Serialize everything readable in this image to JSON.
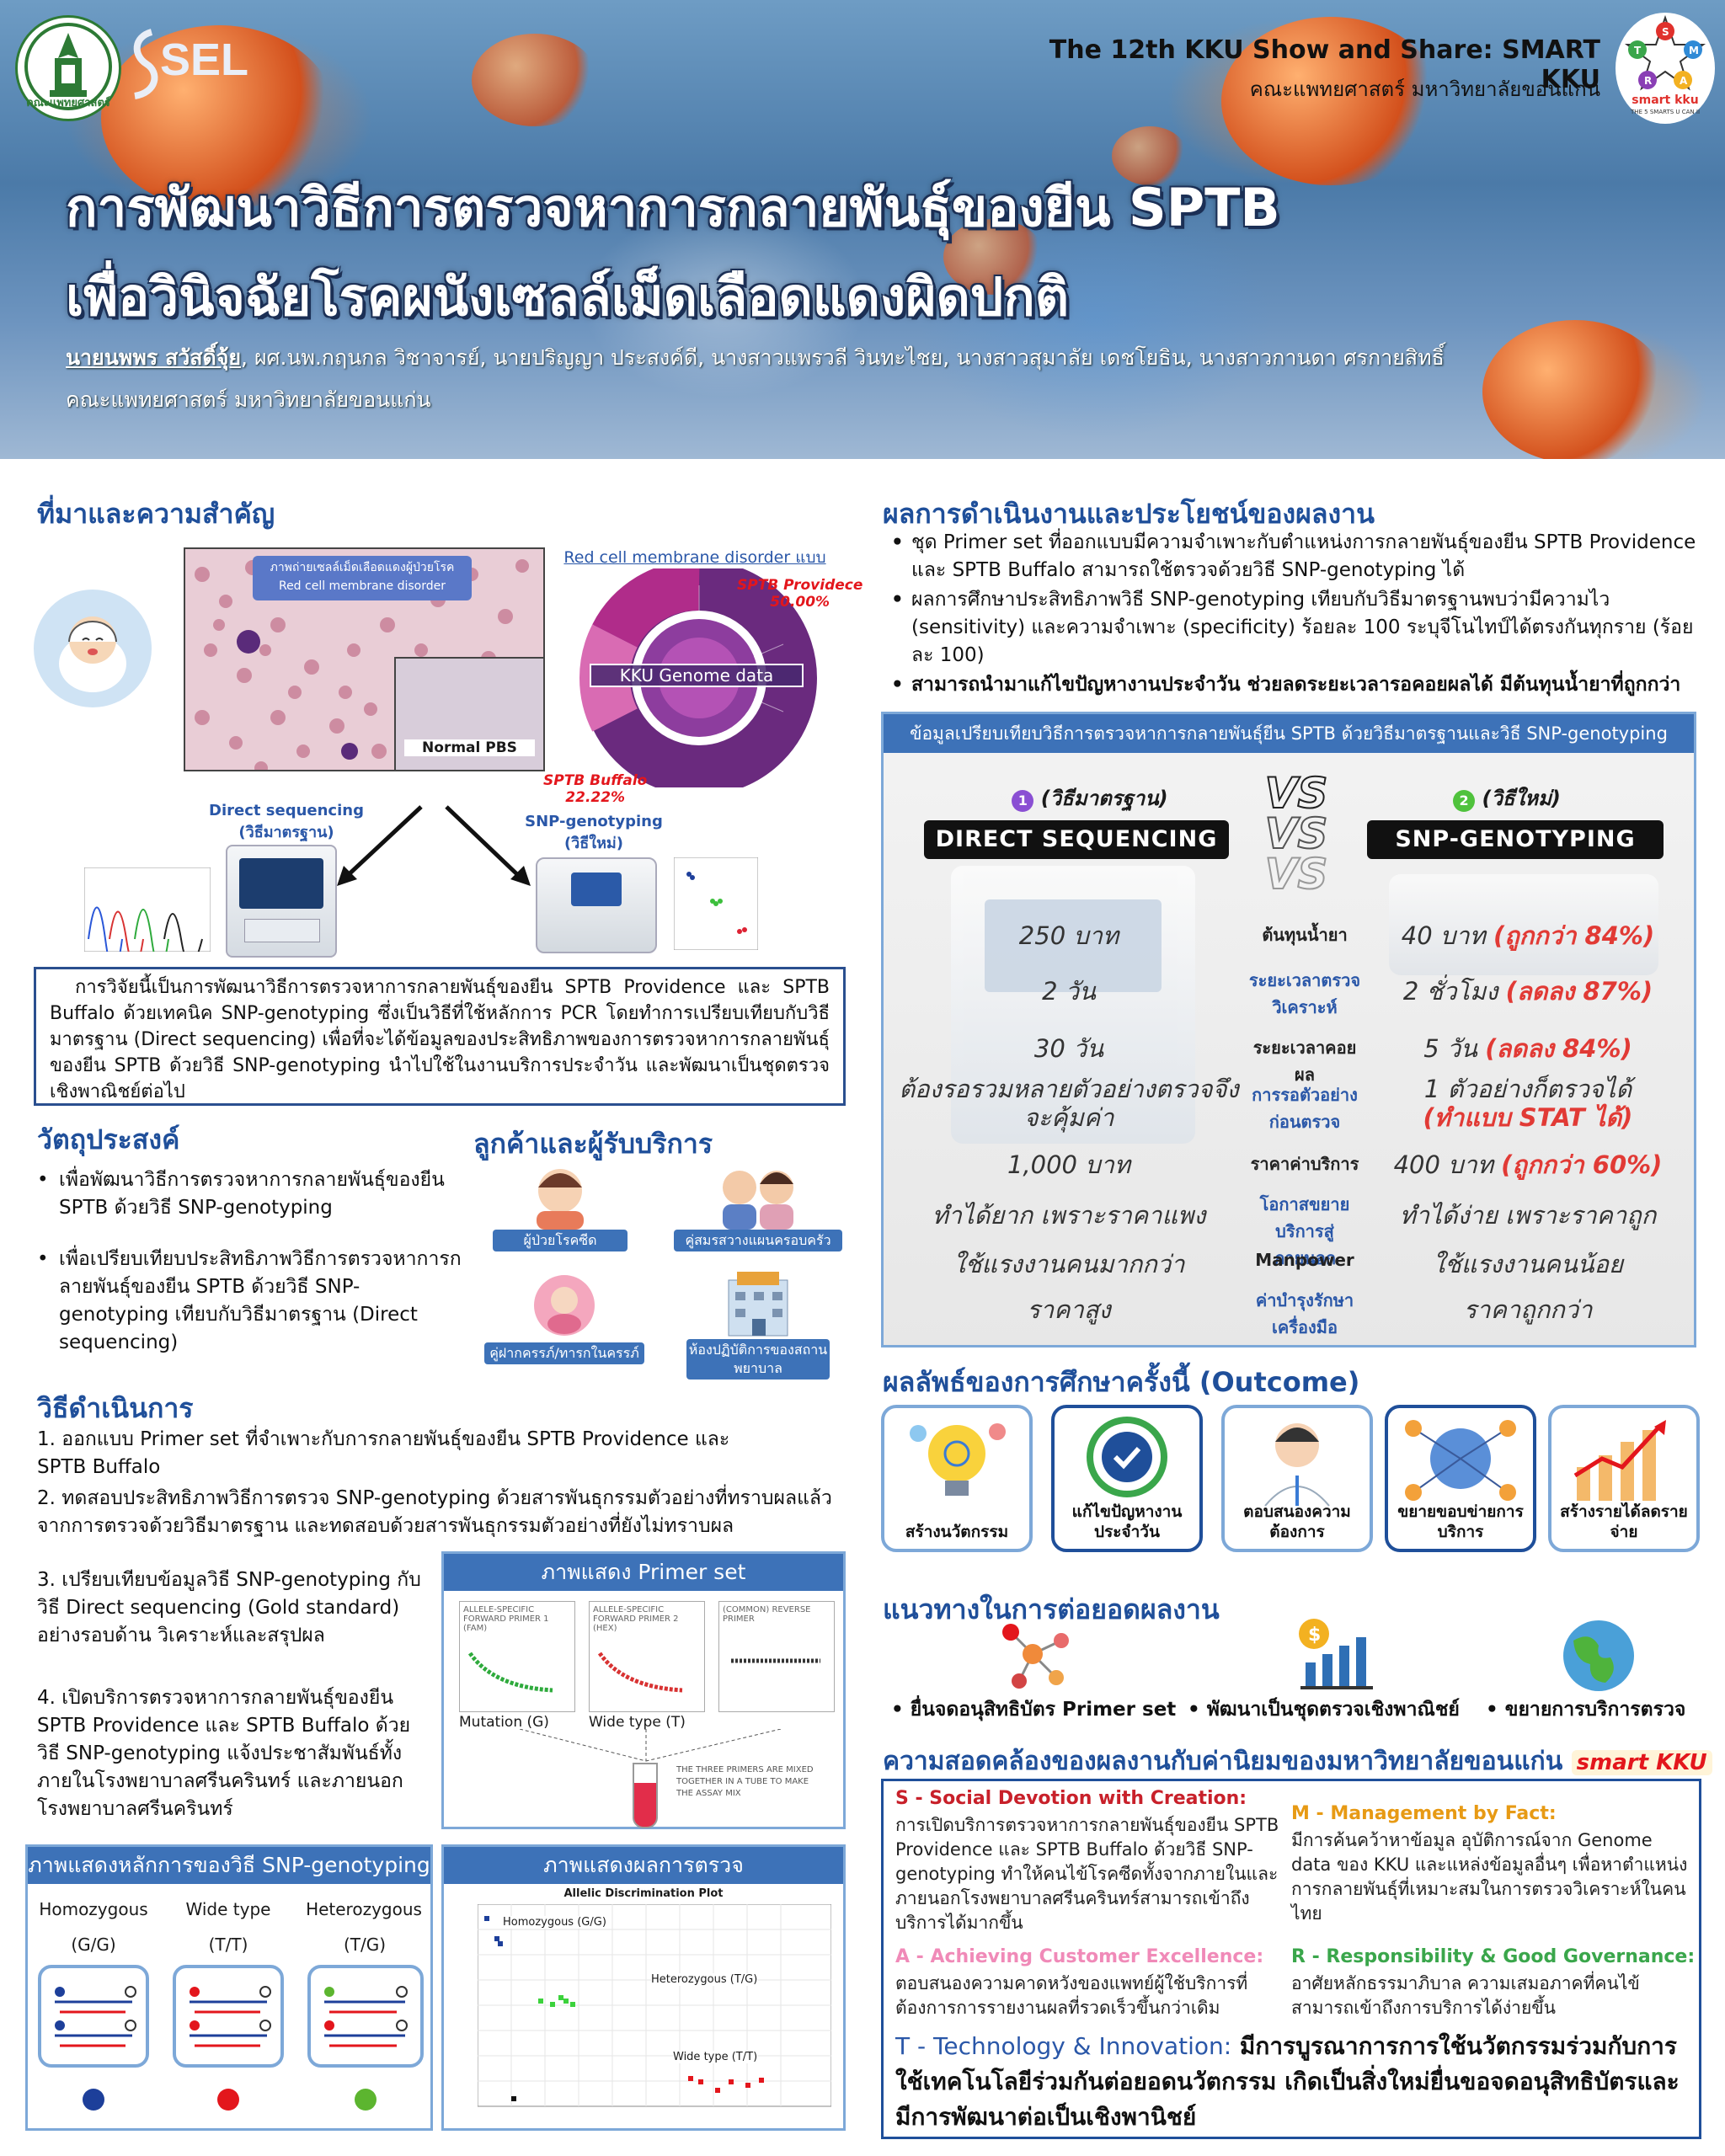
{
  "header": {
    "logo_left_text": "คณะแพทยศาสตร์",
    "logo_sel": "SEL",
    "conference": "The 12th KKU Show and Share: SMART KKU",
    "faculty": "คณะแพทยศาสตร์ มหาวิทยาลัยขอนแก่น",
    "smart_logo_text": "smart kku",
    "smart_logo_sub": "THE 5 SMARTS U CAN II",
    "smart_letters": [
      "S",
      "M",
      "A",
      "R",
      "T"
    ],
    "title_line1": "การพัฒนาวิธีการตรวจหาการกลายพันธุ์ของยีน SPTB",
    "title_line2": "เพื่อวินิจฉัยโรคผนังเซลล์เม็ดเลือดแดงผิดปกติ",
    "lead_author": "นายนพพร สวัสดิ์จุ้ย",
    "other_authors": ", ผศ.นพ.กฤนกล วิชาจารย์, นายปริญญา ประสงค์ดี, นางสาวแพรวลี วินทะไชย, นางสาวสุมาลัย เดชโยธิน, นางสาวกานดา ศรกายสิทธิ์",
    "affiliation": "คณะแพทยศาสตร์ มหาวิทยาลัยขอนแก่น"
  },
  "background": {
    "heading": "ที่มาและความสำคัญ",
    "blood_label1": "ภาพถ่ายเซลล์เม็ดเลือดแดงผู้ป่วยโรค",
    "blood_label2": "Red cell membrane disorder",
    "normal_pbs": "Normal PBS",
    "donut_title": "Red cell membrane disorder แบบพันธุกรรม",
    "donut_center": "KKU Genome data",
    "providence_label": "SPTB Providece",
    "providence_pct": "50.00%",
    "buffalo_label": "SPTB Buffalo",
    "buffalo_pct": "22.22%",
    "direct_seq": "Direct sequencing",
    "direct_seq_sub": "(วิธีมาตรฐาน)",
    "snp_geno": "SNP-genotyping",
    "snp_geno_sub": "(วิธีใหม่)",
    "summary": "การวิจัยนี้เป็นการพัฒนาวิธีการตรวจหาการกลายพันธุ์ของยีน SPTB Providence และ SPTB Buffalo ด้วยเทคนิค SNP-genotyping ซึ่งเป็นวิธีที่ใช้หลักการ PCR โดยทำการเปรียบเทียบกับวิธีมาตรฐาน (Direct sequencing) เพื่อที่จะได้ข้อมูลของประสิทธิภาพของการตรวจหาการกลายพันธุ์ของยีน SPTB ด้วยวิธี SNP-genotyping นำไปใช้ในงานบริการประจำวัน และพัฒนาเป็นชุดตรวจเชิงพาณิชย์ต่อไป"
  },
  "objectives": {
    "heading": "วัตถุประสงค์",
    "items": [
      "เพื่อพัฒนาวิธีการตรวจหาการกลายพันธุ์ของยีน SPTB ด้วยวิธี SNP-genotyping",
      "เพื่อเปรียบเทียบประสิทธิภาพวิธีการตรวจหาการกลายพันธุ์ของยีน SPTB ด้วยวิธี SNP-genotyping เทียบกับวิธีมาตรฐาน (Direct sequencing)"
    ]
  },
  "customers": {
    "heading": "ลูกค้าและผู้รับบริการ",
    "items": [
      "ผู้ป่วยโรคซีด",
      "คู่สมรสวางแผนครอบครัว",
      "คู่ฝากครรภ์/ทารกในครรภ์",
      "ห้องปฏิบัติการของสถานพยาบาล"
    ]
  },
  "methods": {
    "heading": "วิธีดำเนินการ",
    "step1": "1. ออกแบบ Primer set ที่จำเพาะกับการกลายพันธุ์ของยีน SPTB Providence และ SPTB Buffalo",
    "step2": "2. ทดสอบประสิทธิภาพวิธีการตรวจ SNP-genotyping ด้วยสารพันธุกรรมตัวอย่างที่ทราบผลแล้วจากการตรวจด้วยวิธีมาตรฐาน และทดสอบด้วยสารพันธุกรรมตัวอย่างที่ยังไม่ทราบผล",
    "step3": "3. เปรียบเทียบข้อมูลวิธี SNP-genotyping กับวิธี Direct sequencing (Gold standard) อย่างรอบด้าน วิเคราะห์และสรุปผล",
    "step4": "4. เปิดบริการตรวจหาการกลายพันธุ์ของยีน SPTB Providence และ SPTB Buffalo ด้วยวิธี SNP-genotyping แจ้งประชาสัมพันธ์ทั้งภายในโรงพยาบาลศรีนครินทร์ และภายนอกโรงพยาบาลศรีนครินทร์",
    "primer_fig_title": "ภาพแสดง Primer set",
    "primer_labels": [
      "ALLELE-SPECIFIC FORWARD PRIMER 1 (FAM)",
      "ALLELE-SPECIFIC FORWARD PRIMER 2 (HEX)",
      "(COMMON) REVERSE PRIMER"
    ],
    "mutation_label": "Mutation (G)",
    "wildtype_label": "Wide type (T)",
    "tube_text": "THE THREE PRIMERS ARE MIXED TOGETHER IN A TUBE TO MAKE THE ASSAY MIX"
  },
  "principle_fig": {
    "title": "ภาพแสดงหลักการของวิธี SNP-genotyping",
    "labels": [
      "Homozygous",
      "Wide type",
      "Heterozygous"
    ],
    "genotypes": [
      "(G/G)",
      "(T/T)",
      "(T/G)"
    ],
    "dot_colors": [
      "#1d3f9a",
      "#e3161c",
      "#5cb52f"
    ]
  },
  "result_fig": {
    "title": "ภาพแสดงผลการตรวจ",
    "plot_title": "Allelic Discrimination Plot",
    "cluster_homo": "Homozygous (G/G)",
    "cluster_hetero": "Heterozygous (T/G)",
    "cluster_wild": "Wide type (T/T)"
  },
  "results": {
    "heading": "ผลการดำเนินงานและประโยชน์ของผลงาน",
    "bullets": [
      "ชุด Primer set ที่ออกแบบมีความจำเพาะกับตำแหน่งการกลายพันธุ์ของยีน SPTB Providence และ SPTB Buffalo สามารถใช้ตรวจด้วยวิธี SNP-genotyping ได้",
      "ผลการศึกษาประสิทธิภาพวิธี SNP-genotyping เทียบกับวิธีมาตรฐานพบว่ามีความไว (sensitivity) และความจำเพาะ (specificity) ร้อยละ 100 ระบุจีโนไทป์ได้ตรงกันทุกราย (ร้อยละ 100)",
      "สามารถนำมาแก้ไขปัญหางานประจำวัน ช่วยลดระยะเวลารอคอยผลได้ มีต้นทุนน้ำยาที่ถูกกว่า"
    ]
  },
  "compare": {
    "title": "ข้อมูลเปรียบเทียบวิธีการตรวจหาการกลายพันธุ์ยีน SPTB ด้วยวิธีมาตรฐานและวิธี SNP-genotyping",
    "left_num": "1",
    "left_tag": "(วิธีมาตรฐาน)",
    "left_name": "DIRECT SEQUENCING",
    "right_num": "2",
    "right_tag": "(วิธีใหม่)",
    "right_name": "SNP-GENOTYPING",
    "vs": "VS",
    "rows": [
      {
        "left": "250 บาท",
        "mid": "ต้นทุนน้ำยา",
        "right": "40 บาท ",
        "right_hl": "(ถูกกว่า 84%)"
      },
      {
        "left": "2 วัน",
        "mid": "ระยะเวลาตรวจวิเคราะห์",
        "right": "2 ชั่วโมง ",
        "right_hl": "(ลดลง 87%)"
      },
      {
        "left": "30 วัน",
        "mid": "ระยะเวลาคอยผล",
        "right": "5 วัน ",
        "right_hl": "(ลดลง 84%)"
      },
      {
        "left": "ต้องรอรวมหลายตัวอย่างตรวจจึงจะคุ้มค่า",
        "mid": "การรอตัวอย่างก่อนตรวจ",
        "right": "1 ตัวอย่างก็ตรวจได้",
        "right_hl": "(ทำแบบ STAT ได้)"
      },
      {
        "left": "1,000 บาท",
        "mid": "ราคาค่าบริการ",
        "right": "400 บาท ",
        "right_hl": "(ถูกกว่า 60%)"
      },
      {
        "left": "ทำได้ยาก เพราะราคาแพง",
        "mid": "โอกาสขยายบริการสู่ภายนอก",
        "right": "ทำได้ง่าย เพราะราคาถูก",
        "right_hl": ""
      },
      {
        "left": "ใช้แรงงานคนมากกว่า",
        "mid": "Manpower",
        "right": "ใช้แรงงานคนน้อย",
        "right_hl": ""
      },
      {
        "left": "ราคาสูง",
        "mid": "ค่าบำรุงรักษาเครื่องมือ",
        "right": "ราคาถูกกว่า",
        "right_hl": ""
      }
    ]
  },
  "outcome": {
    "heading": "ผลลัพธ์ของการศึกษาครั้งนี้ (Outcome)",
    "cards": [
      "สร้างนวัตกรรม",
      "แก้ไขปัญหางานประจำวัน",
      "ตอบสนองความต้องการ",
      "ขยายขอบข่ายการบริการ",
      "สร้างรายได้ลดรายจ่าย"
    ]
  },
  "future": {
    "heading": "แนวทางในการต่อยอดผลงาน",
    "items": [
      "ยื่นจดอนุสิทธิบัตร Primer set",
      "พัฒนาเป็นชุดตรวจเชิงพาณิชย์",
      "ขยายการบริการตรวจ"
    ]
  },
  "values": {
    "heading": "ความสอดคล้องของผลงานกับค่านิยมของมหาวิทยาลัยขอนแก่น",
    "logo": "smart KKU",
    "s_head": "S - Social Devotion with Creation:",
    "s_text": "การเปิดบริการตรวจหาการกลายพันธุ์ของยีน SPTB Providence และ SPTB Buffalo ด้วยวิธี SNP-genotyping ทำให้คนไข้โรคซีดทั้งจากภายในและภายนอกโรงพยาบาลศรีนครินทร์สามารถเข้าถึงบริการได้มากขึ้น",
    "m_head": "M - Management by Fact:",
    "m_text": "มีการค้นคว้าหาข้อมูล อุบัติการณ์จาก Genome data ของ KKU และแหล่งข้อมูลอื่นๆ เพื่อหาตำแหน่งการกลายพันธุ์ที่เหมาะสมในการตรวจวิเคราะห์ในคนไทย",
    "a_head": "A - Achieving Customer Excellence:",
    "a_text": "ตอบสนองความคาดหวังของแพทย์ผู้ใช้บริการที่ต้องการการรายงานผลที่รวดเร็วขึ้นกว่าเดิม",
    "r_head": "R - Responsibility & Good Governance:",
    "r_text": "อาศัยหลักธรรมาภิบาล ความเสมอภาคที่คนไข้สามารถเข้าถึงการบริการได้ง่ายขึ้น",
    "t_head": "T - Technology & Innovation:",
    "t_text": " มีการบูรณาการการใช้นวัตกรรมร่วมกับการใช้เทคโนโลยีร่วมกันต่อยอดนวัตกรรม เกิดเป็นสิ่งใหม่ยื่นขอจดอนุสิทธิบัตรและมีการพัฒนาต่อเป็นเชิงพานิชย์"
  }
}
